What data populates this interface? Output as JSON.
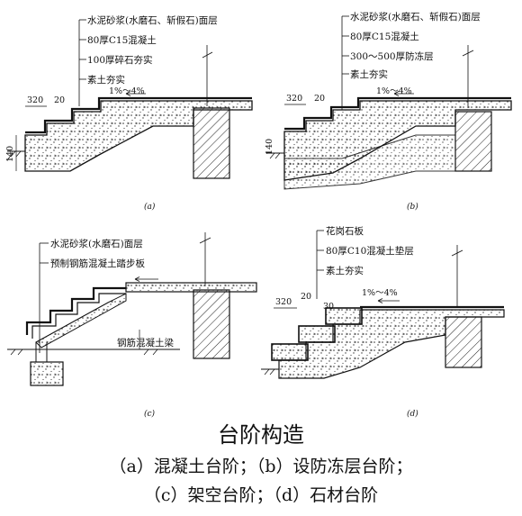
{
  "panel_a": {
    "labels": [
      "水泥砂浆(水磨石、斩假石)面层",
      "80厚C15混凝土",
      "100厚碎石夯实",
      "素土夯实"
    ],
    "dims": [
      "320",
      "20",
      "140"
    ],
    "slope": "1%～4%",
    "caption": "(a)"
  },
  "panel_b": {
    "labels": [
      "水泥砂浆(水磨石、斩假石)面层",
      "80厚C15混凝土",
      "300～500厚防冻层",
      "素土夯实"
    ],
    "dims": [
      "320",
      "20",
      "140"
    ],
    "slope": "1%～4%",
    "caption": "(b)"
  },
  "panel_c": {
    "labels": [
      "水泥砂浆(水磨石)面层",
      "预制钢筋混凝土踏步板"
    ],
    "beam_label": "钢筋混凝土梁",
    "caption": "(c)"
  },
  "panel_d": {
    "labels": [
      "花岗石板",
      "80厚C10混凝土垫层",
      "素土夯实"
    ],
    "dims": [
      "320",
      "20",
      "30"
    ],
    "slope": "1%～4%",
    "caption": "(d)"
  },
  "title": "台阶构造",
  "line1": "（a）混凝土台阶；（b）设防冻层台阶；",
  "line2": "（c）架空台阶；（d）石材台阶"
}
